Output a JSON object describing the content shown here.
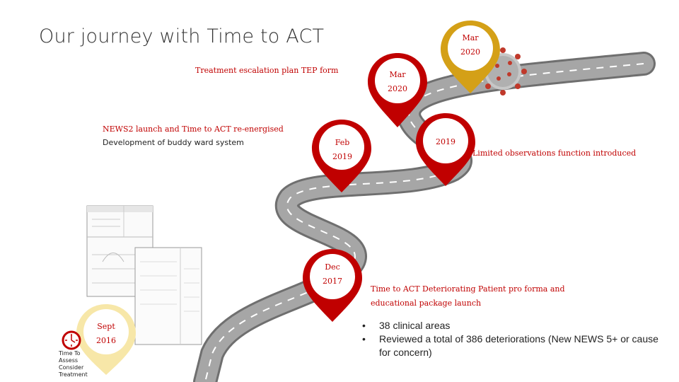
{
  "title": "Our journey with Time to ACT",
  "milestones": [
    {
      "line1": "Mar",
      "line2": "2020"
    },
    {
      "line1": "Mar",
      "line2": "2020"
    },
    {
      "line1": "2019",
      "line2": ""
    },
    {
      "line1": "Feb",
      "line2": "2019"
    },
    {
      "line1": "Dec",
      "line2": "2017"
    },
    {
      "line1": "Sept",
      "line2": "2016"
    }
  ],
  "events": {
    "tep_form": "Treatment escalation plan TEP form",
    "news2_launch": "NEWS2 launch and Time to ACT re-energised",
    "buddy_ward": "Development of buddy ward system",
    "limited_obs": "Limited observations function introduced",
    "pro_forma_line1": "Time to ACT Deteriorating Patient pro forma and",
    "pro_forma_line2": "educational package launch"
  },
  "bullets": [
    "38 clinical areas",
    "Reviewed a total of 386 deteriorations (New NEWS 5+ or cause for concern)"
  ],
  "logo": {
    "lines": [
      "Time To",
      "Assess",
      "Consider",
      "Treatment"
    ]
  },
  "colors": {
    "pin_red": "#c00000",
    "pin_gold": "#d4a017",
    "pin_cream": "#f7e7a8",
    "road": "#8c8c8c"
  },
  "icons": {
    "virus": "coronavirus-icon"
  }
}
